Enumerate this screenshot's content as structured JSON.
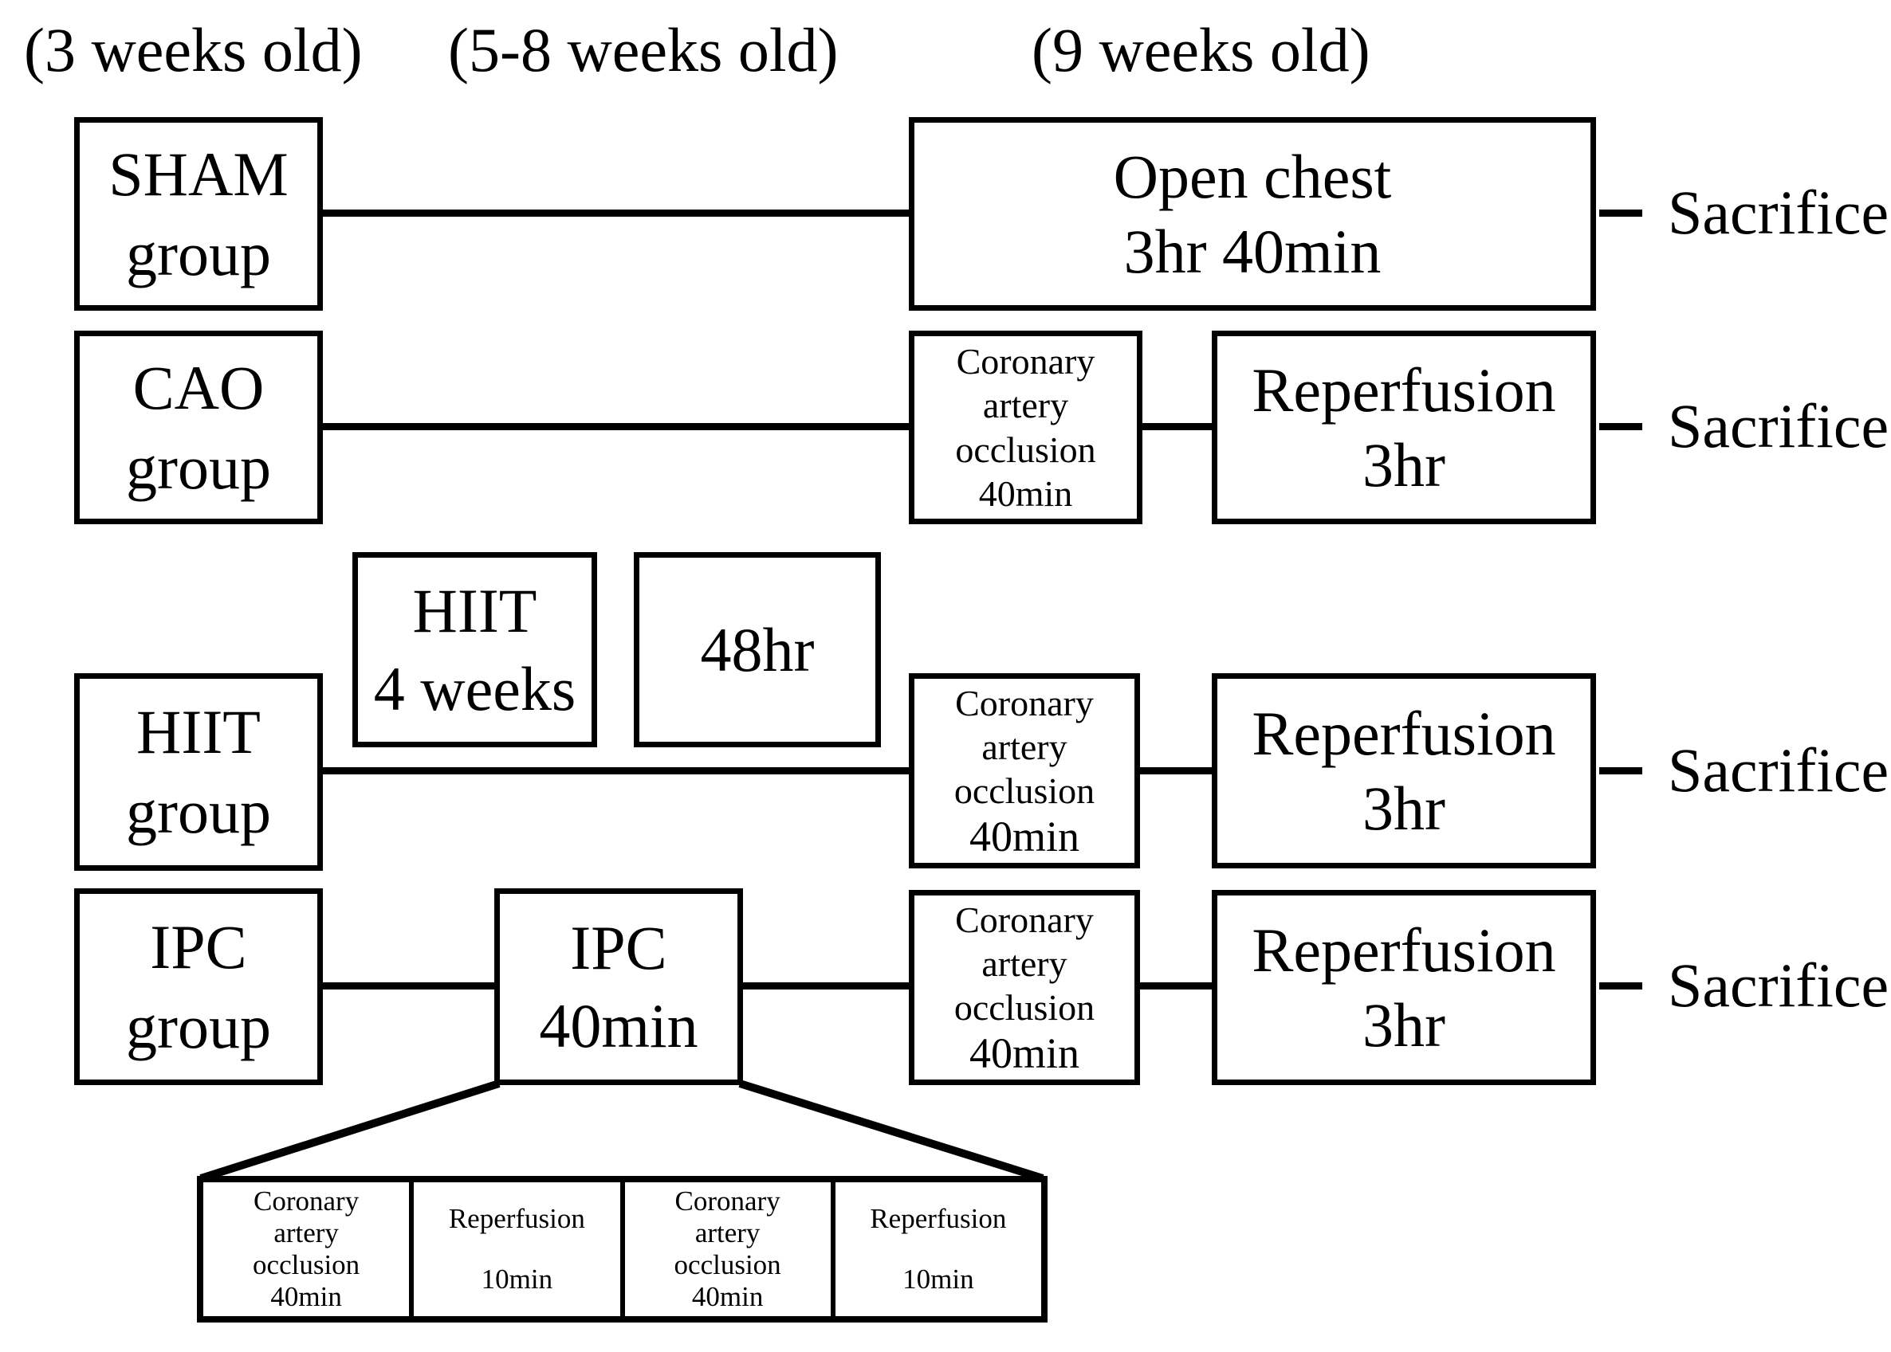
{
  "palette": {
    "background": "#ffffff",
    "line_color": "#000000",
    "box_border_color": "#000000",
    "text_color": "#000000"
  },
  "age_labels": {
    "weeks3": "(3 weeks old)",
    "weeks58": "(5-8 weeks old)",
    "weeks9": "(9 weeks old)"
  },
  "sham": {
    "group1": "SHAM",
    "group2": "group",
    "open1": "Open chest",
    "open2": "3hr 40min",
    "sacrifice": "Sacrifice"
  },
  "cao": {
    "group1": "CAO",
    "group2": "group",
    "occ1": "Coronary",
    "occ2": "artery",
    "occ3": "occlusion",
    "occ4": "40min",
    "rep1": "Reperfusion",
    "rep2": "3hr",
    "sacrifice": "Sacrifice"
  },
  "hiit": {
    "train1": "HIIT",
    "train2": "4 weeks",
    "rest": "48hr",
    "group1": "HIIT",
    "group2": "group",
    "occ1": "Coronary",
    "occ2": "artery",
    "occ3": "occlusion",
    "occ4": "40min",
    "rep1": "Reperfusion",
    "rep2": "3hr",
    "sacrifice": "Sacrifice"
  },
  "ipc": {
    "group1": "IPC",
    "group2": "group",
    "pre1": "IPC",
    "pre2": "40min",
    "occ1": "Coronary",
    "occ2": "artery",
    "occ3": "occlusion",
    "occ4": "40min",
    "rep1": "Reperfusion",
    "rep2": "3hr",
    "sacrifice": "Sacrifice"
  },
  "ipc_detail": {
    "c1l1": "Coronary",
    "c1l2": "artery",
    "c1l3": "occlusion",
    "c1l4": "40min",
    "c2l1": "Reperfusion",
    "c2l2": "10min",
    "c3l1": "Coronary",
    "c3l2": "artery",
    "c3l3": "occlusion",
    "c3l4": "40min",
    "c4l1": "Reperfusion",
    "c4l2": "10min"
  }
}
